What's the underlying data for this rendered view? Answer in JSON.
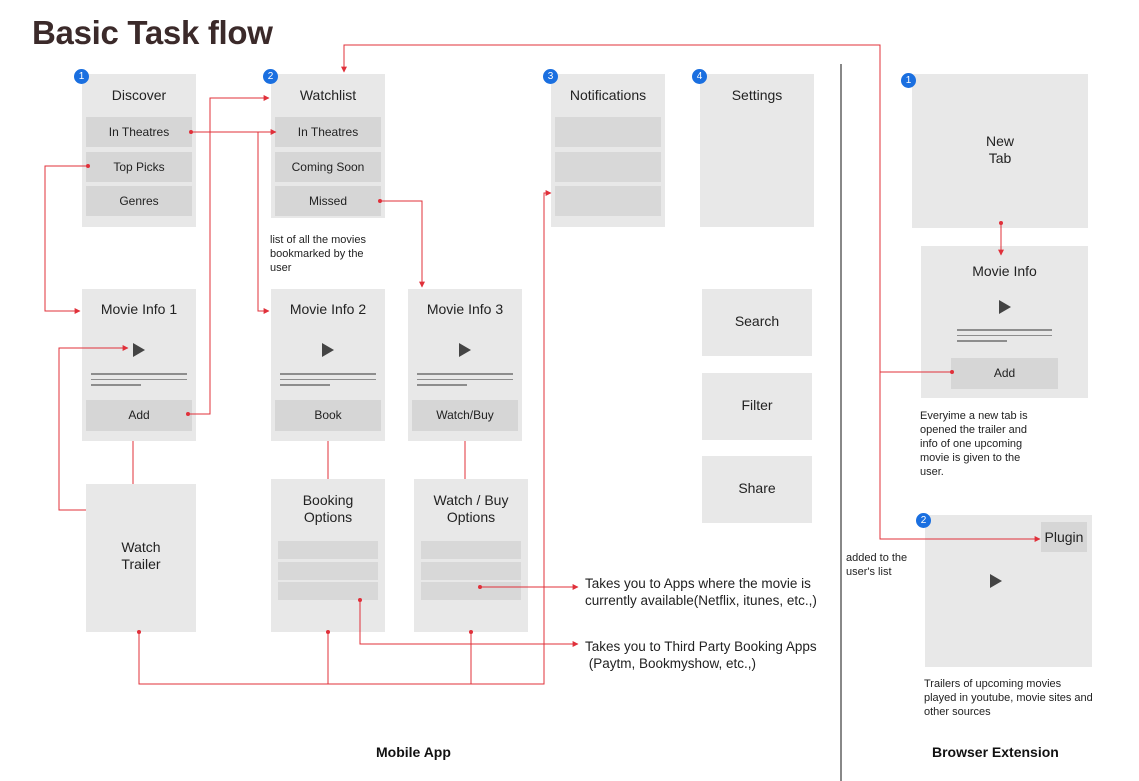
{
  "title": "Basic Task flow",
  "sections": {
    "mobile": "Mobile App",
    "browser": "Browser Extension"
  },
  "mobile": {
    "discover": {
      "badge": "1",
      "title": "Discover",
      "rows": [
        "In Theatres",
        "Top Picks",
        "Genres"
      ]
    },
    "watchlist": {
      "badge": "2",
      "title": "Watchlist",
      "rows": [
        "In Theatres",
        "Coming Soon",
        "Missed"
      ],
      "note": "list of all the movies bookmarked by the user"
    },
    "notifications": {
      "badge": "3",
      "title": "Notifications"
    },
    "settings": {
      "badge": "4",
      "title": "Settings"
    },
    "movie_info_1": {
      "title": "Movie Info 1",
      "button": "Add"
    },
    "movie_info_2": {
      "title": "Movie Info 2",
      "button": "Book"
    },
    "movie_info_3": {
      "title": "Movie Info 3",
      "button": "Watch/Buy"
    },
    "watch_trailer": {
      "line1": "Watch",
      "line2": "Trailer"
    },
    "booking_options": {
      "line1": "Booking",
      "line2": "Options"
    },
    "watch_buy_options": {
      "line1": "Watch / Buy",
      "line2": "Options"
    },
    "search": "Search",
    "filter": "Filter",
    "share": "Share",
    "note_apps": {
      "line1": "Takes you to Apps where the movie is",
      "line2": "currently available(Netflix, itunes, etc.,)"
    },
    "note_booking": {
      "line1": "Takes you to Third Party Booking Apps",
      "line2": " (Paytm, Bookmyshow, etc.,)"
    }
  },
  "browser": {
    "new_tab": {
      "badge": "1",
      "line1": "New",
      "line2": "Tab"
    },
    "movie_info": {
      "title": "Movie Info",
      "button": "Add"
    },
    "note_new_tab": "Everyime a new tab is opened the trailer and info of one upcoming movie is given to the user.",
    "plugin_panel": {
      "badge": "2",
      "plugin": "Plugin"
    },
    "note_added": "added to the user's list",
    "note_trailers": "Trailers of upcoming movies played in youtube, movie sites and other sources"
  },
  "colors": {
    "connector": "#e0303a",
    "badge": "#1a6fe0",
    "screen": "#e8e8e8",
    "row": "#d6d6d6",
    "divider": "#888888"
  }
}
